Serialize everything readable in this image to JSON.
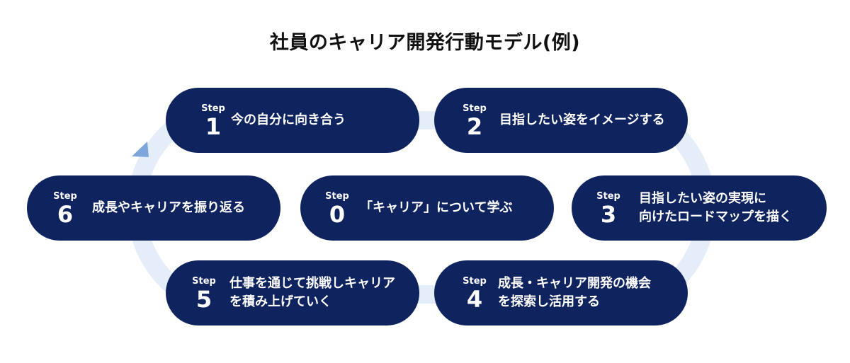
{
  "title": "社員のキャリア開発行動モデル(例)",
  "steps": [
    {
      "word": "Step",
      "number": "0",
      "lines": [
        "「キャリア」について学ぶ"
      ]
    },
    {
      "word": "Step",
      "number": "1",
      "lines": [
        "今の自分に向き合う"
      ]
    },
    {
      "word": "Step",
      "number": "2",
      "lines": [
        "目指したい姿をイメージする"
      ]
    },
    {
      "word": "Step",
      "number": "3",
      "lines": [
        "目指したい姿の実現に",
        "向けたロードマップを描く"
      ]
    },
    {
      "word": "Step",
      "number": "4",
      "lines": [
        "成長・キャリア開発の機会",
        "を探索し活用する"
      ]
    },
    {
      "word": "Step",
      "number": "5",
      "lines": [
        "仕事を通じて挑戦しキャリア",
        "を積み上げていく"
      ]
    },
    {
      "word": "Step",
      "number": "6",
      "lines": [
        "成長やキャリアを振り返る"
      ]
    }
  ],
  "colors": {
    "pill": "#0f245f",
    "loop": "#e4edf8",
    "arrow": "#7ea6dc"
  }
}
